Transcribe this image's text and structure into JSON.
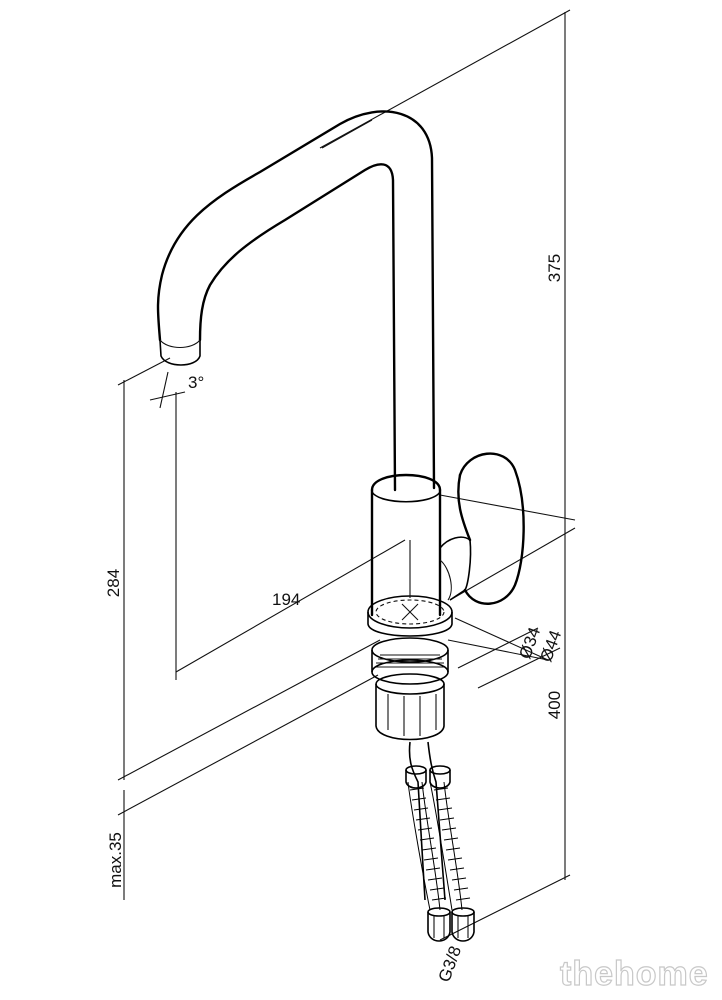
{
  "dimensions": {
    "height_total": "375",
    "spout_height": "284",
    "spout_reach": "194",
    "spout_angle": "3°",
    "diameter_inner": "Ø34",
    "diameter_outer": "Ø44",
    "hose_length": "400",
    "max_thickness": "max.35",
    "thread": "G3/8"
  },
  "watermark": "thehome"
}
